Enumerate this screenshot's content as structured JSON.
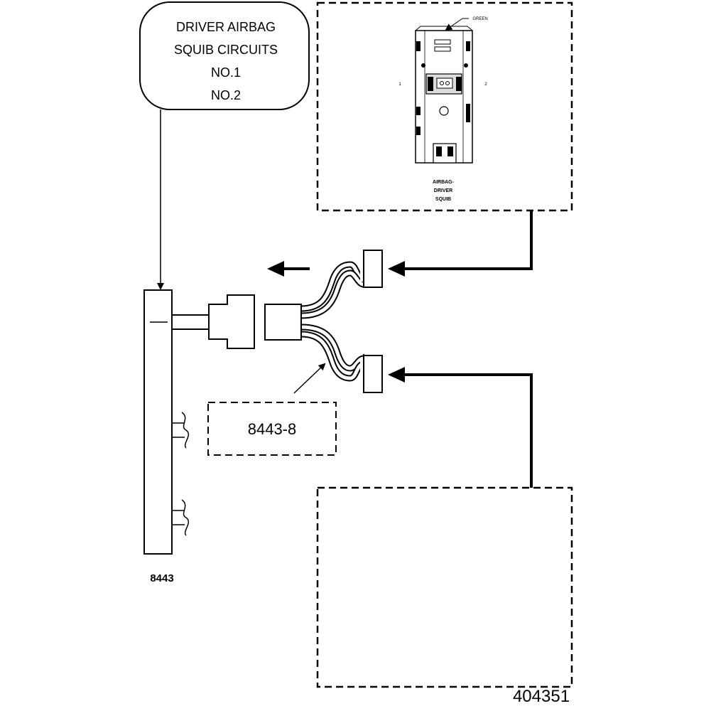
{
  "callout": {
    "line1": "DRIVER AIRBAG",
    "line2": "SQUIB CIRCUITS",
    "line3": "NO.1",
    "line4": "NO.2"
  },
  "inset": {
    "wire_label": "GREEN",
    "pin1": "1",
    "pin2": "2",
    "caption1": "AIRBAG-",
    "caption2": "DRIVER",
    "caption3": "SQUIB"
  },
  "adapter_label": "8443-8",
  "tool_label": "8443",
  "figure_number": "404351"
}
